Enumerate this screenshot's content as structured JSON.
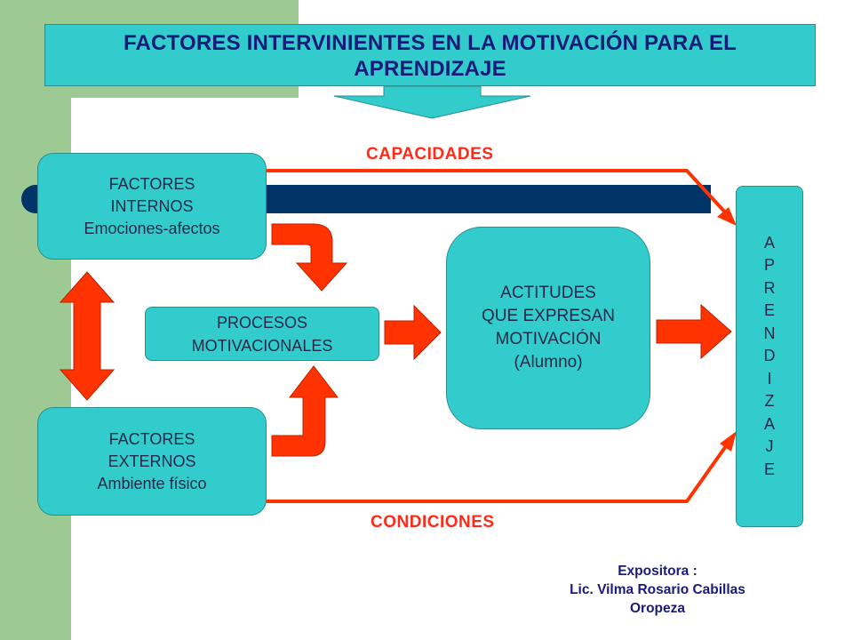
{
  "title": {
    "line1": "FACTORES INTERVINIENTES EN LA MOTIVACIÓN PARA EL",
    "line2": "APRENDIZAJE"
  },
  "factores_internos": {
    "line1": "FACTORES",
    "line2": "INTERNOS",
    "line3": "Emociones-afectos"
  },
  "factores_externos": {
    "line1": "FACTORES",
    "line2": "EXTERNOS",
    "line3": "Ambiente físico"
  },
  "procesos": {
    "line1": "PROCESOS",
    "line2": "MOTIVACIONALES"
  },
  "actitudes": {
    "line1": "ACTITUDES",
    "line2": "QUE EXPRESAN",
    "line3": "MOTIVACIÓN",
    "line4": "(Alumno)"
  },
  "aprendizaje_letters": [
    "A",
    "P",
    "R",
    "E",
    "N",
    "D",
    "I",
    "Z",
    "A",
    "J",
    "E"
  ],
  "labels": {
    "capacidades": "CAPACIDADES",
    "condiciones": "CONDICIONES"
  },
  "credit": {
    "line1": "Expositora :",
    "line2": "Lic. Vilma Rosario Cabillas",
    "line3": "Oropeza"
  },
  "colors": {
    "box_fill": "#33cccc",
    "arrow_red": "#ff3300",
    "navy_bar": "#003366",
    "green_bg": "#9dca92",
    "title_text": "#1a1a7a",
    "label_red": "#ff2a1a"
  }
}
